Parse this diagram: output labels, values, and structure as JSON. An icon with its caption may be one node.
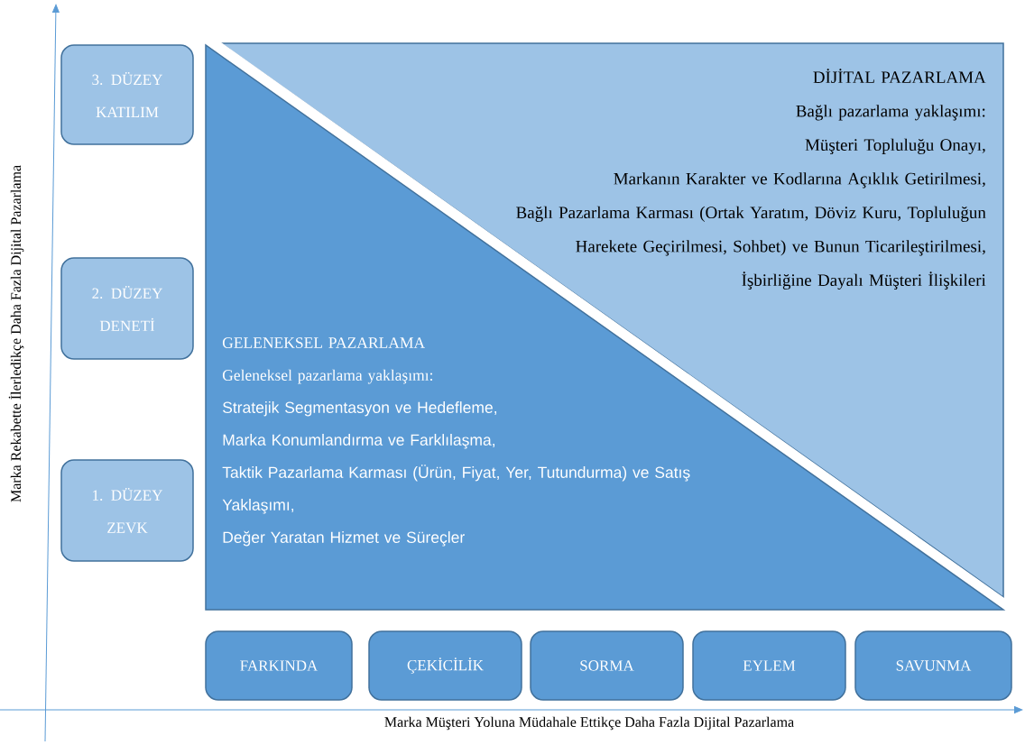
{
  "diagram": {
    "nodes": [
      {
        "text": [
          "3. DÜZEY KATILIM"
        ]
      },
      {
        "text": [
          "2. DÜZEY DENETİ"
        ]
      },
      {
        "text": [
          "1. DÜZEY ZEVK"
        ]
      },
      {
        "text": [
          "DİJİTAL PAZARLAMA",
          "Bağlı pazarlama yaklaşımı:",
          "Müşteri Topluluğu Onayı,",
          "Markanın Karakter ve Kodlarına Açıklık Getirilmesi,",
          "Bağlı Pazarlama Karması (Ortak Yaratım, Döviz Kuru, Topluluğun Harekete Geçirilmesi, Sohbet) ve Bunun Ticarileştirilmesi,",
          "İşbirliğine Dayalı Müşteri İlişkileri"
        ]
      },
      {
        "text": [
          "GELENEKSEL PAZARLAMA",
          "Geleneksel pazarlama yaklaşımı:",
          "Stratejik Segmentasyon ve Hedefleme,",
          "Marka Konumlandırma ve Farklılaşma,",
          "Taktik Pazarlama Karması (Ürün, Fiyat, Yer, Tutundurma) ve Satış Yaklaşımı,",
          "Değer Yaratan Hizmet ve Süreçler"
        ]
      },
      {
        "text": [
          "FARKINDA"
        ]
      },
      {
        "text": [
          "ÇEKİCİLİK"
        ]
      },
      {
        "text": [
          "SORMA"
        ]
      },
      {
        "text": [
          "EYLEM"
        ]
      },
      {
        "text": [
          "SAVUNMA"
        ]
      }
    ],
    "labels": [
      "Marka Rekabette İlerledikçe Daha Fazla Dijital Pazarlama",
      "Marka Müşteri Yoluna Müdahale Ettikçe Daha Fazla Dijital Pazarlama"
    ]
  }
}
